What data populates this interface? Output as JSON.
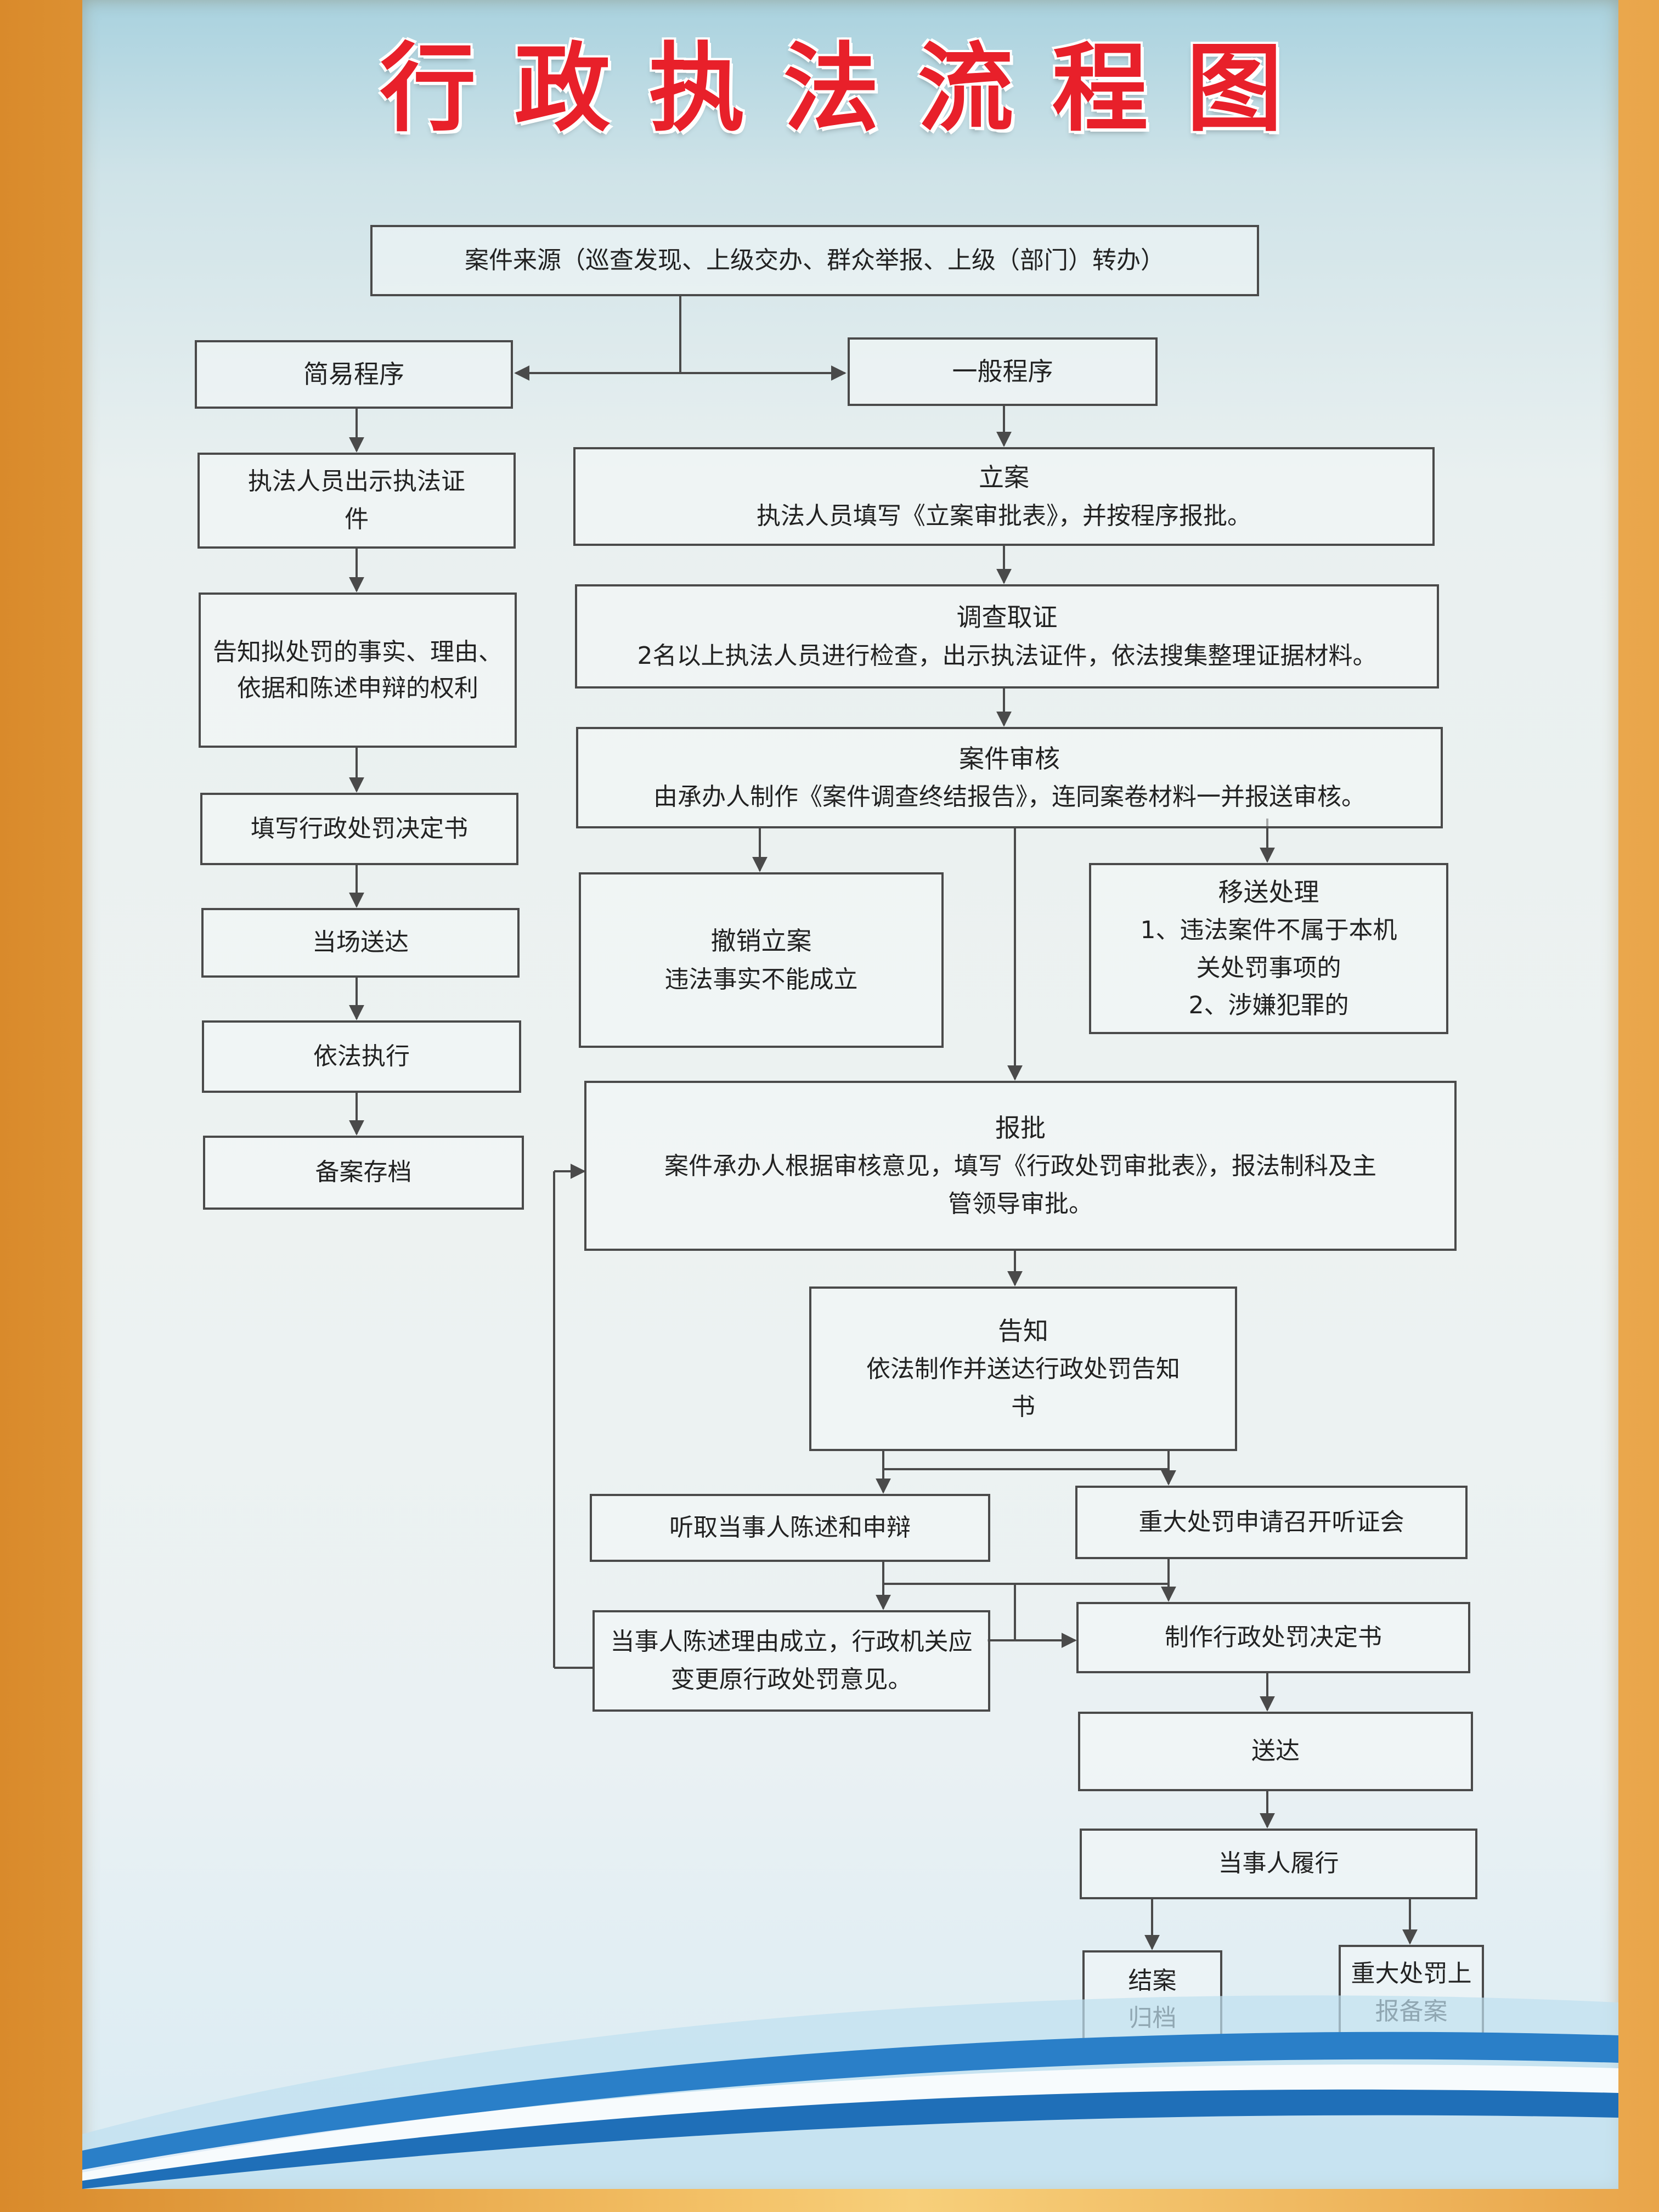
{
  "title": "行政执法流程图",
  "source": "案件来源（巡查发现、上级交办、群众举报、上级（部门）转办）",
  "simple": {
    "heading": "简易程序",
    "steps": [
      "执法人员出示执法证件",
      "告知拟处罚的事实、理由、依据和陈述申辩的权利",
      "填写行政处罚决定书",
      "当场送达",
      "依法执行",
      "备案存档"
    ]
  },
  "general": {
    "heading": "一般程序",
    "filing": {
      "title": "立案",
      "desc": "执法人员填写《立案审批表》，并按程序报批。"
    },
    "investigation": {
      "title": "调查取证",
      "desc": "2名以上执法人员进行检查，出示执法证件，依法搜集整理证据材料。"
    },
    "review": {
      "title": "案件审核",
      "desc": "由承办人制作《案件调查终结报告》，连同案卷材料一并报送审核。"
    },
    "revoke": {
      "title": "撤销立案",
      "desc": "违法事实不能成立"
    },
    "transfer": {
      "title": "移送处理",
      "item1": "1、违法案件不属于本机关处罚事项的",
      "item2": "2、涉嫌犯罪的"
    },
    "approval": {
      "title": "报批",
      "desc": "案件承办人根据审核意见，填写《行政处罚审批表》，报法制科及主管领导审批。"
    },
    "notice": {
      "title": "告知",
      "desc": "依法制作并送达行政处罚告知书"
    },
    "hear_statement": "听取当事人陈述和申辩",
    "hearing": "重大处罚申请召开听证会",
    "statement_valid": "当事人陈述理由成立，行政机关应变更原行政处罚意见。",
    "decision": "制作行政处罚决定书",
    "deliver": "送达",
    "perform": "当事人履行",
    "close": "结案归档",
    "report": "重大处罚上报备案"
  },
  "colors": {
    "title": "#e8202a",
    "line": "#4a4a4a",
    "frame": "#e9a849"
  }
}
